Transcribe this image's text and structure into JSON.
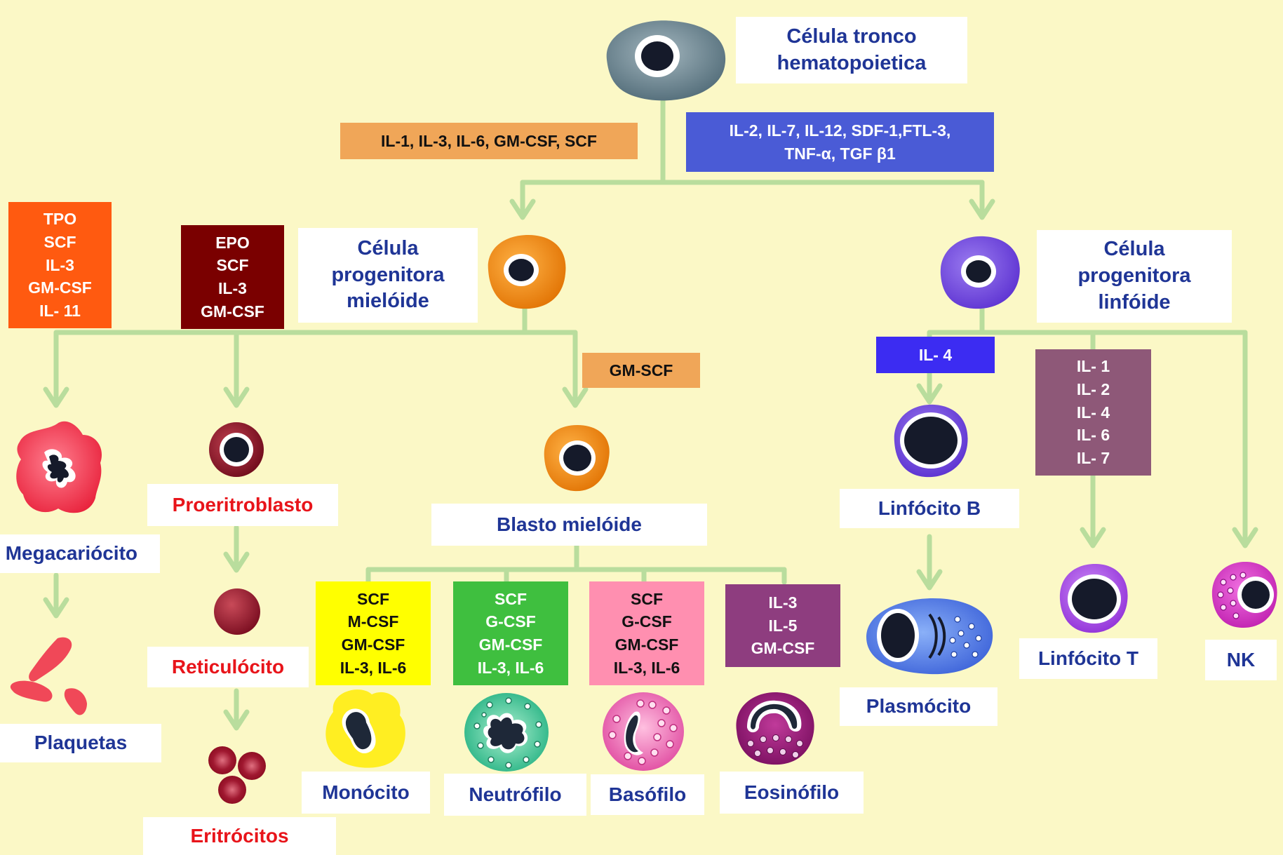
{
  "colors": {
    "background": "#fbf8c6",
    "arrow": "#b9dd9d",
    "label_text": "#1f3596",
    "red_label_text": "#e8141a"
  },
  "labels": {
    "stem_cell": "Célula tronco\nhematopoietica",
    "myeloid_progenitor": "Célula\nprogenitora\nmielóide",
    "lymphoid_progenitor": "Célula\nprogenitora\nlinfóide",
    "megakaryocyte": "Megacariócito",
    "platelets": "Plaquetas",
    "proerythroblast": "Proeritroblasto",
    "reticulocyte": "Reticulócito",
    "erythrocytes": "Eritrócitos",
    "myeloid_blast": "Blasto mielóide",
    "monocyte": "Monócito",
    "neutrophil": "Neutrófilo",
    "basophil": "Basófilo",
    "eosinophil": "Eosinófilo",
    "b_lymphocyte": "Linfócito B",
    "plasma_cell": "Plasmócito",
    "t_lymphocyte": "Linfócito T",
    "nk": "NK"
  },
  "factor_boxes": {
    "myeloid": [
      "IL-1, IL-3, IL-6, GM-CSF, SCF"
    ],
    "lymphoid": [
      "IL-2, IL-7, IL-12, SDF-1,FTL-3,",
      "TNF-α, TGF β1"
    ],
    "megakaryocyte": [
      "TPO",
      "SCF",
      "IL-3",
      "GM-CSF",
      "IL- 11"
    ],
    "erythroid": [
      "EPO",
      "SCF",
      "IL-3",
      "GM-CSF"
    ],
    "blast": [
      "GM-SCF"
    ],
    "monocyte": [
      "SCF",
      "M-CSF",
      "GM-CSF",
      "IL-3, IL-6"
    ],
    "neutrophil": [
      "SCF",
      "G-CSF",
      "GM-CSF",
      "IL-3, IL-6"
    ],
    "basophil": [
      "SCF",
      "G-CSF",
      "GM-CSF",
      "IL-3, IL-6"
    ],
    "eosinophil": [
      "IL-3",
      "IL-5",
      "GM-CSF"
    ],
    "b_cell": [
      "IL- 4"
    ],
    "t_cell": [
      "IL- 1",
      "IL- 2",
      "IL- 4",
      "IL- 6",
      "IL- 7"
    ]
  },
  "box_colors": {
    "myeloid": "#f0a658",
    "lymphoid": "#4a5bd6",
    "megakaryocyte": "#ff5a10",
    "erythroid": "#7a0000",
    "blast": "#f0a658",
    "monocyte": "#ffff00",
    "neutrophil": "#3fbf3f",
    "basophil": "#ff8fb0",
    "eosinophil": "#8e3d7f",
    "b_cell": "#3c2cf2",
    "t_cell": "#8e5878"
  },
  "cells": [
    "stem-cell",
    "myeloid-progenitor-cell",
    "lymphoid-progenitor-cell",
    "megakaryocyte-cell",
    "platelets-cell",
    "proerythroblast-cell",
    "reticulocyte-cell",
    "erythrocytes-cell",
    "myeloid-blast-cell",
    "monocyte-cell",
    "neutrophil-cell",
    "basophil-cell",
    "eosinophil-cell",
    "b-lymphocyte-cell",
    "plasma-cell",
    "t-lymphocyte-cell",
    "nk-cell"
  ]
}
